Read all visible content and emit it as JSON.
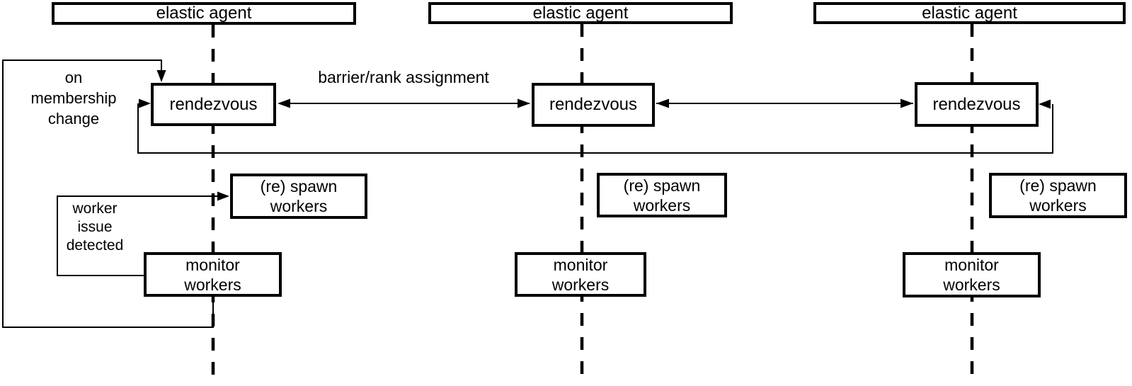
{
  "diagram": {
    "agents": [
      {
        "title": "elastic agent",
        "rendezvous_label": "rendezvous",
        "spawn_label": "(re) spawn\nworkers",
        "monitor_label": "monitor\nworkers"
      },
      {
        "title": "elastic agent",
        "rendezvous_label": "rendezvous",
        "spawn_label": "(re) spawn\nworkers",
        "monitor_label": "monitor\nworkers"
      },
      {
        "title": "elastic agent",
        "rendezvous_label": "rendezvous",
        "spawn_label": "(re) spawn\nworkers",
        "monitor_label": "monitor\nworkers"
      }
    ],
    "annotations": {
      "barrier": "barrier/rank assignment",
      "membership": "on\nmembership\nchange",
      "worker_issue": "worker\nissue\ndetected"
    },
    "colors": {
      "ink": "#000000",
      "background": "#ffffff"
    }
  }
}
